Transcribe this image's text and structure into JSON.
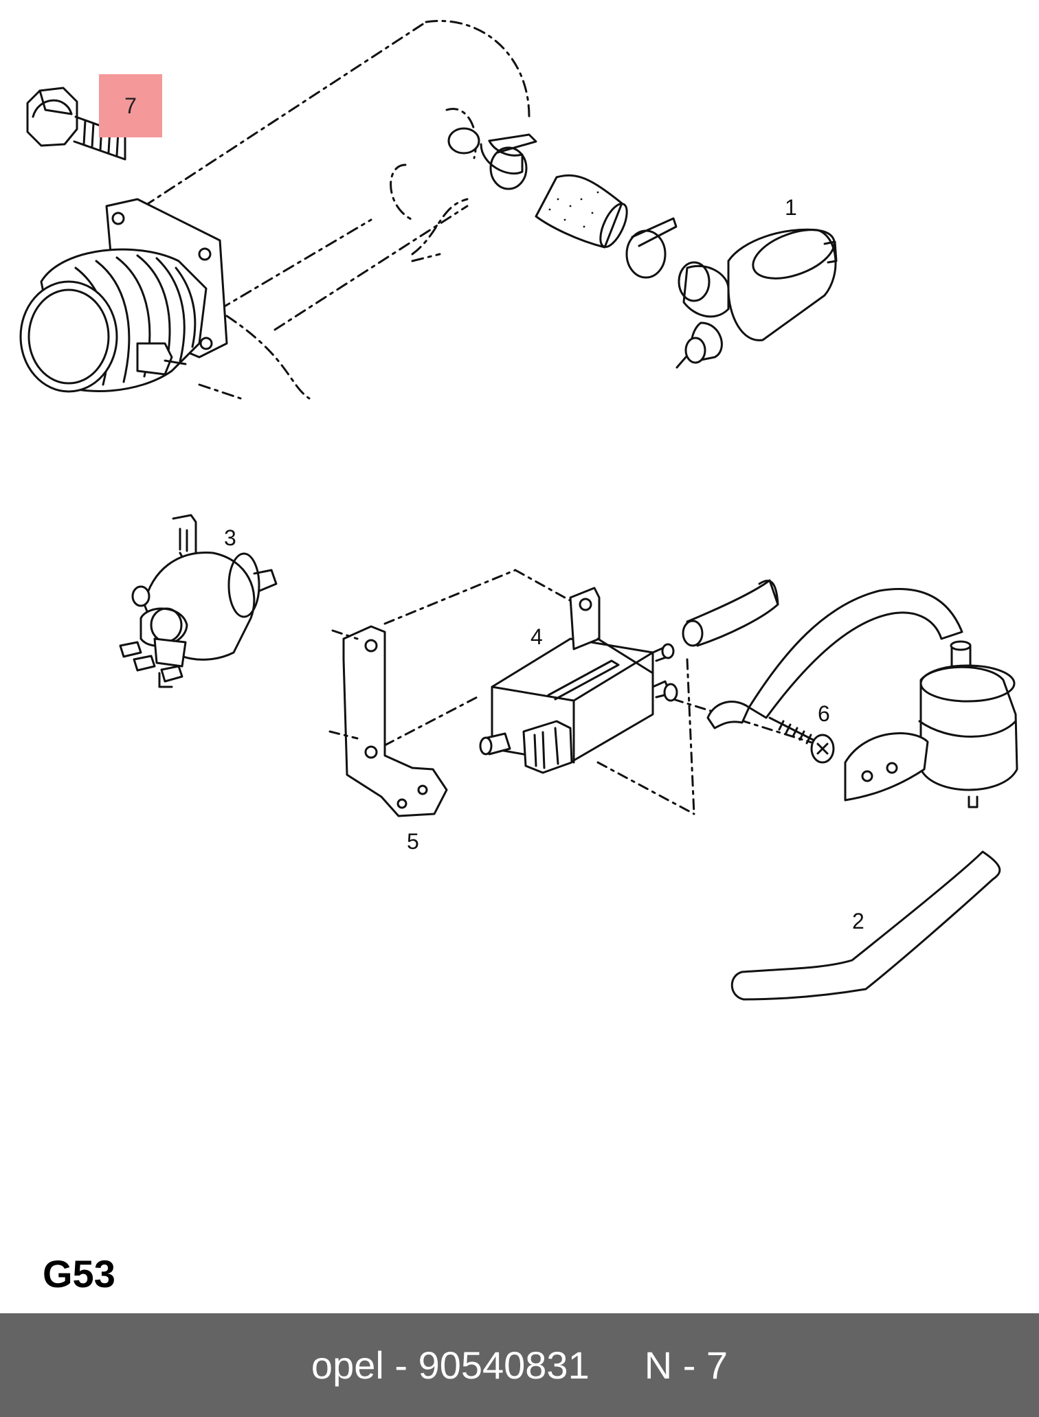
{
  "callouts": {
    "part_1": "1",
    "part_2": "2",
    "part_3": "3",
    "part_4": "4",
    "part_5": "5",
    "part_6": "6",
    "part_7": "7"
  },
  "diagram_code": "G53",
  "footer": {
    "part_label": "opel - 90540831",
    "position_label": "N - 7"
  },
  "colors": {
    "highlight": "#f4989a",
    "footer_background": "#646464",
    "footer_text": "#ffffff",
    "line": "#111111"
  }
}
